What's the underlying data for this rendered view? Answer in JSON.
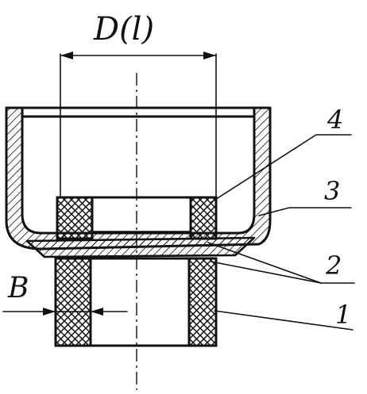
{
  "labels": {
    "dimension": "D(l)",
    "width": "B",
    "part_1": "1",
    "part_2": "2",
    "part_3": "3",
    "part_4": "4"
  }
}
